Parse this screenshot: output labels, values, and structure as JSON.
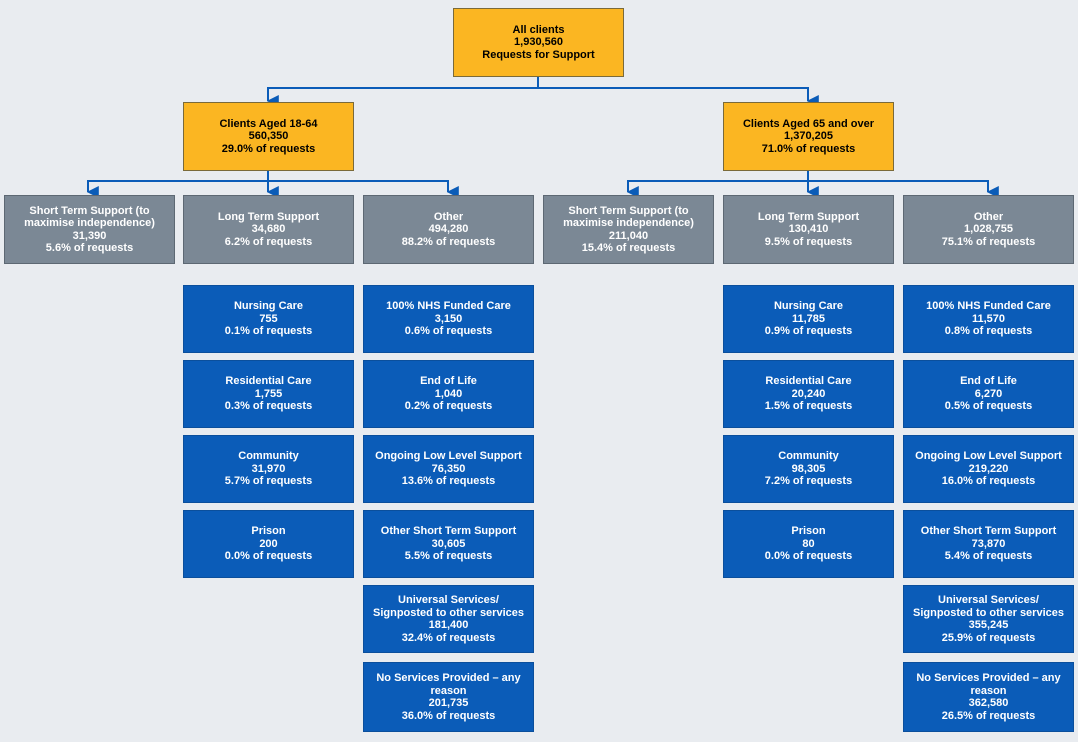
{
  "root": {
    "title": "All clients",
    "value": "1,930,560",
    "sub": "Requests for Support"
  },
  "age_18_64": {
    "header": {
      "title": "Clients Aged 18-64",
      "value": "560,350",
      "pct": "29.0% of requests"
    },
    "short_term": {
      "title": "Short Term Support (to maximise independence)",
      "value": "31,390",
      "pct": "5.6% of requests"
    },
    "long_term": {
      "title": "Long Term Support",
      "value": "34,680",
      "pct": "6.2% of requests"
    },
    "other": {
      "title": "Other",
      "value": "494,280",
      "pct": "88.2% of requests"
    },
    "long_term_items": [
      {
        "title": "Nursing Care",
        "value": "755",
        "pct": "0.1% of requests"
      },
      {
        "title": "Residential Care",
        "value": "1,755",
        "pct": "0.3% of requests"
      },
      {
        "title": "Community",
        "value": "31,970",
        "pct": "5.7% of requests"
      },
      {
        "title": "Prison",
        "value": "200",
        "pct": "0.0% of requests"
      }
    ],
    "other_items": [
      {
        "title": "100% NHS Funded Care",
        "value": "3,150",
        "pct": "0.6% of requests"
      },
      {
        "title": "End of Life",
        "value": "1,040",
        "pct": "0.2% of requests"
      },
      {
        "title": "Ongoing Low Level Support",
        "value": "76,350",
        "pct": "13.6% of requests"
      },
      {
        "title": "Other Short Term Support",
        "value": "30,605",
        "pct": "5.5% of requests"
      },
      {
        "title": "Universal Services/ Signposted to other services",
        "value": "181,400",
        "pct": "32.4% of requests"
      },
      {
        "title": "No Services Provided – any reason",
        "value": "201,735",
        "pct": "36.0% of requests"
      }
    ]
  },
  "age_65_over": {
    "header": {
      "title": "Clients Aged 65 and over",
      "value": "1,370,205",
      "pct": "71.0% of requests"
    },
    "short_term": {
      "title": "Short Term Support (to maximise independence)",
      "value": "211,040",
      "pct": "15.4% of requests"
    },
    "long_term": {
      "title": "Long Term Support",
      "value": "130,410",
      "pct": "9.5% of requests"
    },
    "other": {
      "title": "Other",
      "value": "1,028,755",
      "pct": "75.1% of requests"
    },
    "long_term_items": [
      {
        "title": "Nursing Care",
        "value": "11,785",
        "pct": "0.9% of requests"
      },
      {
        "title": "Residential Care",
        "value": "20,240",
        "pct": "1.5% of requests"
      },
      {
        "title": "Community",
        "value": "98,305",
        "pct": "7.2% of requests"
      },
      {
        "title": "Prison",
        "value": "80",
        "pct": "0.0% of requests"
      }
    ],
    "other_items": [
      {
        "title": "100% NHS Funded Care",
        "value": "11,570",
        "pct": "0.8% of requests"
      },
      {
        "title": "End of Life",
        "value": "6,270",
        "pct": "0.5% of requests"
      },
      {
        "title": "Ongoing Low Level Support",
        "value": "219,220",
        "pct": "16.0% of requests"
      },
      {
        "title": "Other Short Term Support",
        "value": "73,870",
        "pct": "5.4% of requests"
      },
      {
        "title": "Universal Services/ Signposted to other services",
        "value": "355,245",
        "pct": "25.9% of requests"
      },
      {
        "title": "No Services Provided – any reason",
        "value": "362,580",
        "pct": "26.5% of requests"
      }
    ]
  },
  "colors": {
    "root": "#fbb622",
    "group": "#fbb622",
    "category": "#7b8895",
    "subcategory": "#0b5cb8",
    "connector": "#0b5cb8",
    "background": "#e9ecf0"
  }
}
